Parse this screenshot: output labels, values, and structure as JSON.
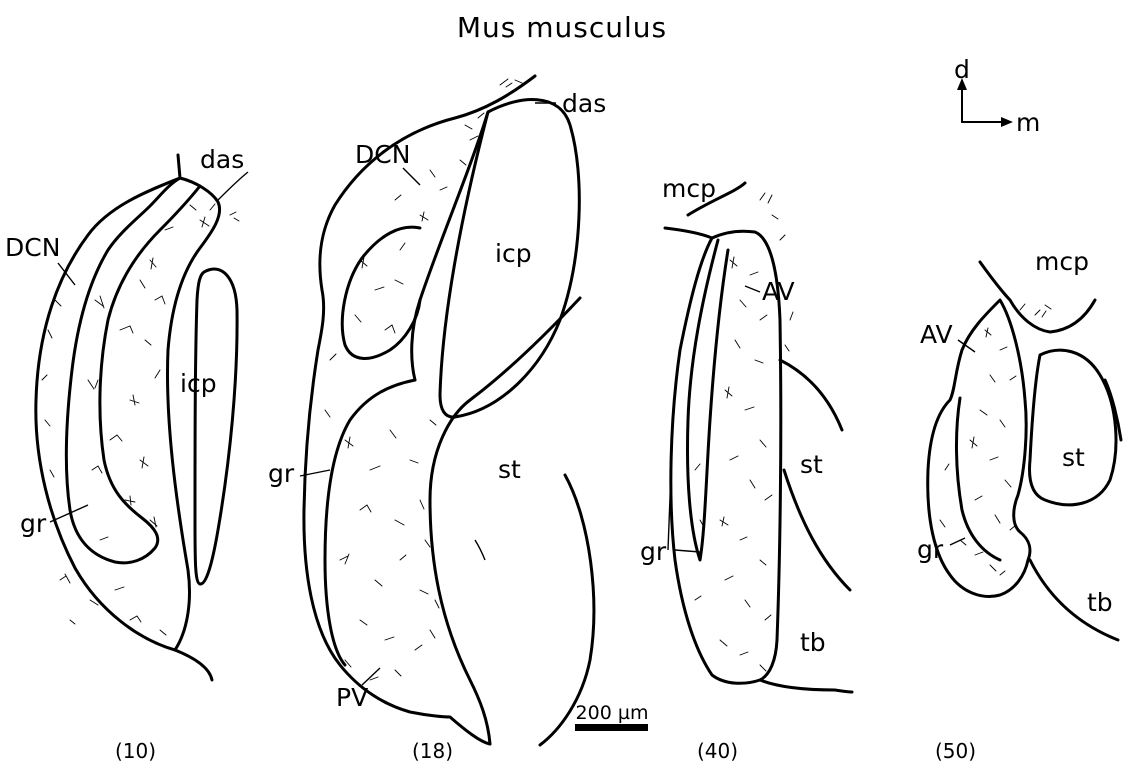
{
  "title": "Mus musculus",
  "axes": {
    "dorsal": "d",
    "medial": "m"
  },
  "scale_bar": {
    "label": "200 µm"
  },
  "panels": [
    {
      "number": "(10)",
      "labels": {
        "das": "das",
        "dcn": "DCN",
        "icp": "icp",
        "gr": "gr"
      }
    },
    {
      "number": "(18)",
      "labels": {
        "das": "das",
        "dcn": "DCN",
        "icp": "icp",
        "st": "st",
        "gr": "gr",
        "pv": "PV"
      }
    },
    {
      "number": "(40)",
      "labels": {
        "mcp": "mcp",
        "av": "AV",
        "st": "st",
        "gr": "gr",
        "tb": "tb"
      }
    },
    {
      "number": "(50)",
      "labels": {
        "mcp": "mcp",
        "av": "AV",
        "st": "st",
        "gr": "gr",
        "tb": "tb"
      }
    }
  ]
}
